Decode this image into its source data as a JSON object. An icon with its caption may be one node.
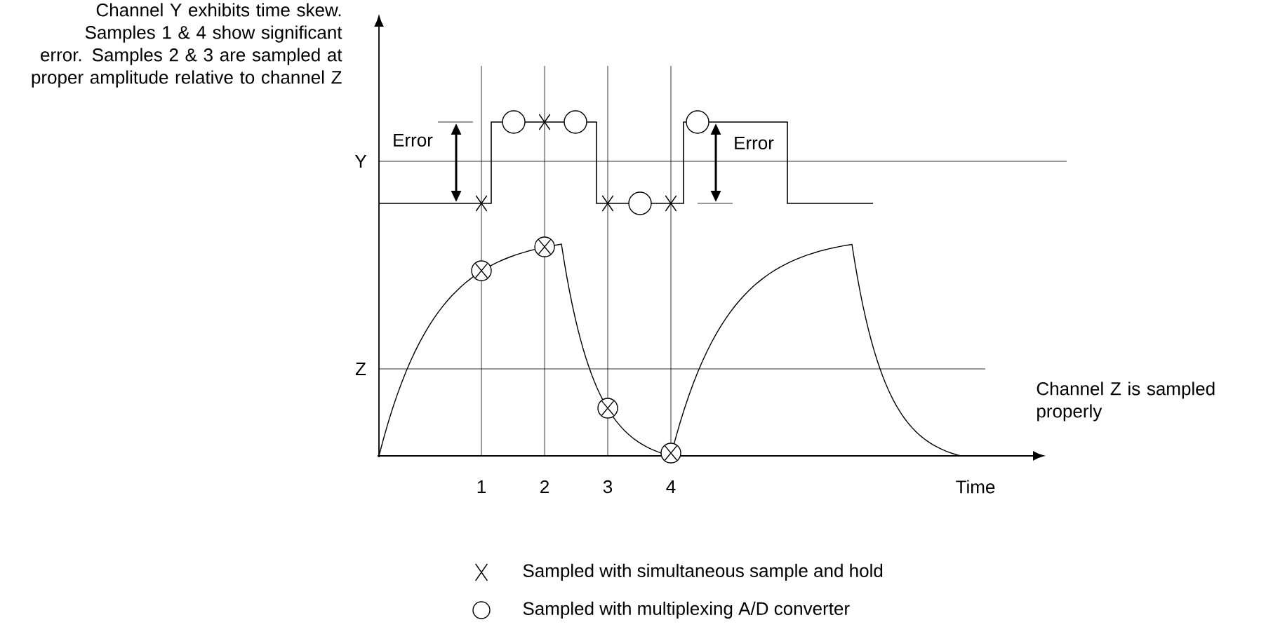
{
  "diagram": {
    "labels": [
      "Channel Y exhibits time skew. Samples 1 & 4  show significant error. Samples 2 & 3 are sampled at proper amplitude relative to channel Z",
      "Error",
      "Y",
      "Error",
      "Z",
      "Channel Z is sampled properly",
      "1",
      "2",
      "3",
      "4",
      "Time"
    ],
    "legend": [
      {
        "text": "Sampled with simultaneous sample and hold"
      },
      {
        "text": "Sampled with multiplexing A/D converter"
      }
    ]
  }
}
